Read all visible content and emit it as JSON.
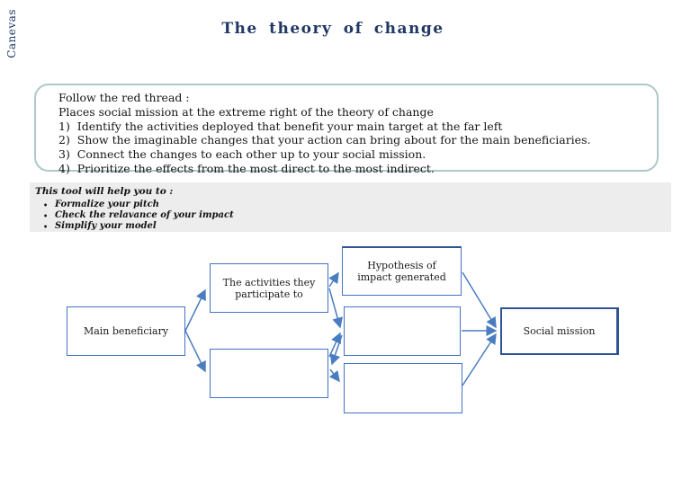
{
  "page": {
    "side_label": "Canevas",
    "title": "The theory of change"
  },
  "instructions": {
    "heading": "Follow the red thread :",
    "subheading": "Places social mission at the extreme right of the theory of change",
    "steps": [
      "1)  Identify the activities deployed that benefit your main target at the far left",
      "2)  Show the imaginable changes that your action can bring about for the main beneficiaries.",
      "3)  Connect the changes to each other up to your social mission.",
      "4)  Prioritize the effects from the most direct to the most indirect."
    ]
  },
  "tool_help": {
    "intro": "This tool will help you to :",
    "items": [
      "Formalize your pitch",
      "Check the relavance of your impact",
      "Simplify your model"
    ]
  },
  "diagram": {
    "main_beneficiary": "Main beneficiary",
    "activities": "The activities they participate to",
    "left_change": "",
    "hypothesis": "Hypothesis of impact generated",
    "mid_change": "",
    "bottom_change": "",
    "social_mission": "Social mission"
  },
  "colors": {
    "title": "#1F3864",
    "box_border": "#4472C4",
    "emphasis_border": "#2F5496",
    "arrow": "#4A7DC0",
    "callout_border": "#ADC9C9",
    "band_bg": "#EDEDED"
  }
}
